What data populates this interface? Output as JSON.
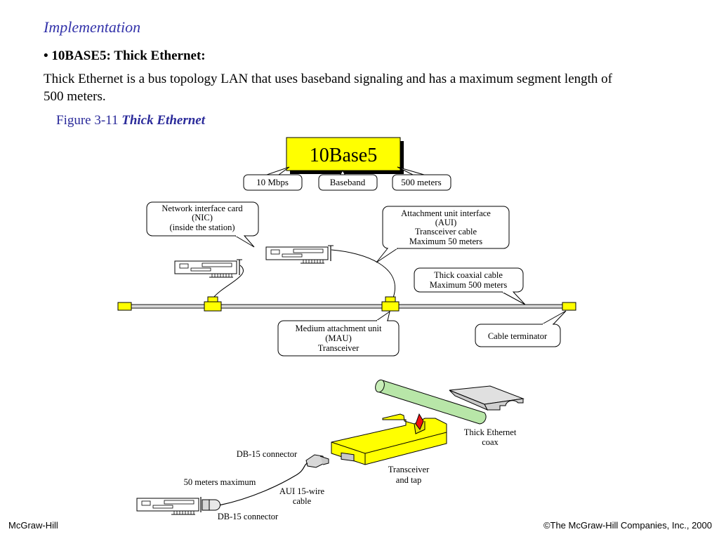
{
  "slide": {
    "title": "Implementation",
    "bullet_symbol": "•",
    "bullet_heading": "10BASE5: Thick Ethernet:",
    "body_text": "Thick Ethernet is a bus topology LAN that uses baseband signaling and has a maximum segment length of 500 meters.",
    "figure_number": "Figure  3-11",
    "figure_title": "Thick Ethernet"
  },
  "footer": {
    "left": "McGraw-Hill",
    "right": "©The McGraw-Hill Companies, Inc., 2000"
  },
  "colors": {
    "title": "#3333aa",
    "caption": "#2a2a9a",
    "yellow": "#ffff00",
    "coax_green": "#b8e6a8",
    "red_tap": "#ee1111"
  },
  "diagram": {
    "standard_label": "10Base5",
    "speed_label": "10 Mbps",
    "signaling_label": "Baseband",
    "distance_label": "500 meters",
    "nic_callout": [
      "Network interface card",
      "(NIC)",
      "(inside the station)"
    ],
    "aui_callout": [
      "Attachment unit interface",
      "(AUI)",
      "Transceiver cable",
      "Maximum 50 meters"
    ],
    "coax_callout": [
      "Thick coaxial cable",
      "Maximum 500 meters"
    ],
    "mau_callout": [
      "Medium attachment unit",
      "(MAU)",
      "Transceiver"
    ],
    "terminator_callout": "Cable terminator",
    "coax_label": [
      "Thick Ethernet",
      "coax"
    ],
    "transceiver_label": [
      "Transceiver",
      "and tap"
    ],
    "db15_top": "DB-15 connector",
    "db15_bottom": "DB-15 connector",
    "max_length": "50 meters maximum",
    "aui_cable": [
      "AUI 15-wire",
      "cable"
    ]
  }
}
